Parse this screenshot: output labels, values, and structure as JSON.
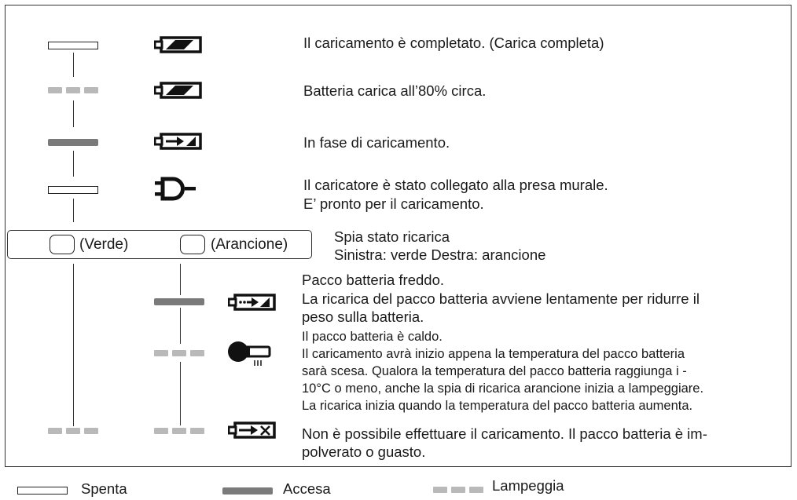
{
  "rows": [
    {
      "text": "Il caricamento è completato. (Carica completa)",
      "icon": "battery-full-icon"
    },
    {
      "text": "Batteria carica all’80% circa.",
      "icon": "battery-full-icon"
    },
    {
      "text": "In fase di caricamento.",
      "icon": "battery-charging-icon"
    },
    {
      "line1": "Il caricatore è stato collegato alla presa murale.",
      "line2": "E’ pronto per il caricamento.",
      "icon": "plug-icon"
    }
  ],
  "lamps": {
    "green_label": "(Verde)",
    "orange_label": "(Arancione)",
    "title": "Spia stato ricarica",
    "subtitle": "Sinistra: verde Destra: arancione"
  },
  "lower": {
    "cold": [
      "Pacco batteria freddo.",
      "La ricarica del pacco batteria avviene lentamente per ridurre il",
      "peso sulla batteria."
    ],
    "hot": [
      "Il pacco batteria è caldo.",
      "Il caricamento avrà inizio appena la temperatura del pacco batteria",
      "sarà scesa. Qualora la temperatura del pacco batteria raggiunga i -",
      "10°C o meno, anche la spia di ricarica arancione inizia a lampeggiare.",
      "La ricarica inizia quando la temperatura del pacco batteria aumenta."
    ],
    "error": [
      "Non è possibile effettuare il caricamento. Il pacco batteria è im-",
      "polverato o guasto."
    ]
  },
  "legend": {
    "off": "Spenta",
    "on": "Accesa",
    "blink": "Lampeggia"
  },
  "colors": {
    "lit": "#7a7a7a",
    "blink": "#b9b9b9",
    "border": "#333333"
  }
}
